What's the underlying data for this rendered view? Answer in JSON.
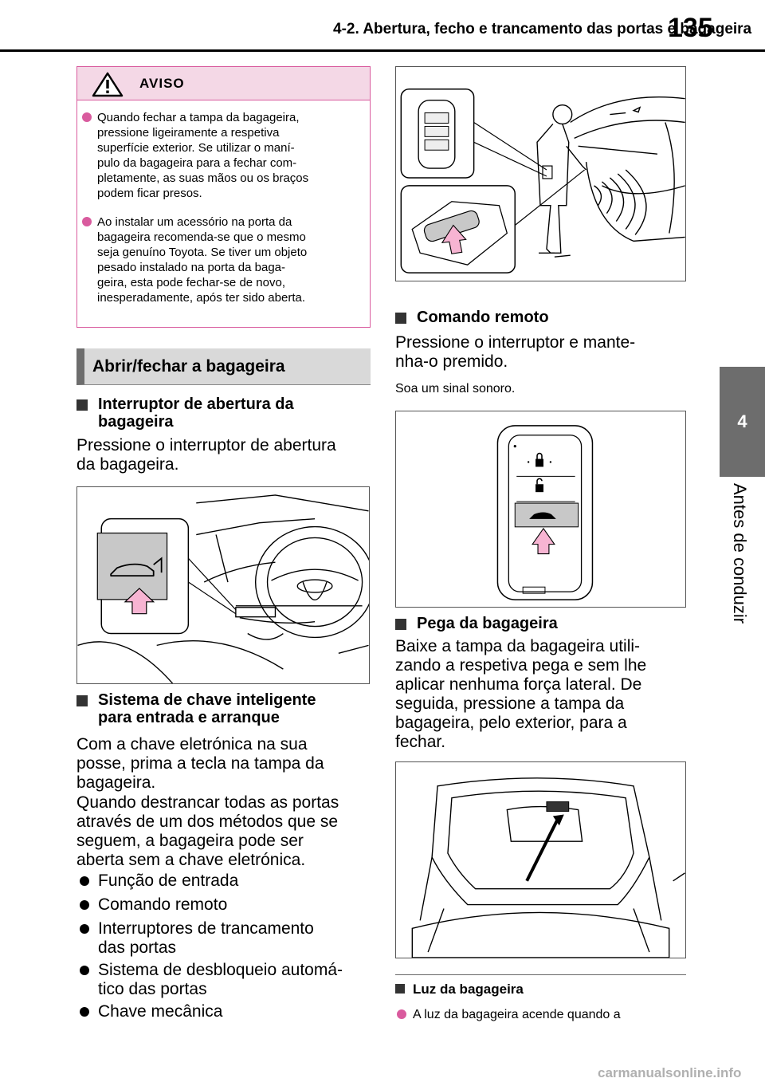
{
  "header": {
    "title": "4-2. Abertura, fecho e trancamento das portas e bagageira",
    "page_number": "135"
  },
  "side_tab": {
    "number": "4",
    "label": "Antes de conduzir"
  },
  "warning": {
    "title": "AVISO",
    "items": [
      [
        "Quando fechar a tampa da bagageira,",
        "pressione ligeiramente a respetiva",
        "superfície exterior. Se utilizar o maní-",
        "pulo da bagageira para a fechar com-",
        "pletamente, as suas mãos ou os braços",
        "podem ficar presos."
      ],
      [
        "Ao instalar um acessório na porta da",
        "bagageira recomenda-se que o mesmo",
        "seja genuíno Toyota. Se tiver um objeto",
        "pesado instalado na porta da baga-",
        "geira, esta pode fechar-se de novo,",
        "inesperadamente, após ter sido aberta."
      ]
    ]
  },
  "section": {
    "title": "Abrir/fechar a bagageira"
  },
  "left": {
    "h1": [
      "Interruptor de abertura da",
      "bagageira"
    ],
    "p1": [
      "Pressione o interruptor de abertura",
      "da bagageira."
    ],
    "h2": [
      "Sistema de chave inteligente",
      "para entrada e arranque"
    ],
    "p2": [
      "Com a chave eletrónica na sua",
      "posse, prima a tecla na tampa da",
      "bagageira."
    ],
    "p3": [
      "Quando destrancar todas as portas",
      "através de um dos métodos que se",
      "seguem, a bagageira pode ser",
      "aberta sem a chave eletrónica."
    ],
    "bullets": [
      [
        "Função de entrada"
      ],
      [
        "Comando remoto"
      ],
      [
        "Interruptores de trancamento",
        "das portas"
      ],
      [
        "Sistema de desbloqueio automá-",
        "tico das portas"
      ],
      [
        "Chave mecânica"
      ]
    ]
  },
  "right": {
    "h1": "Comando remoto",
    "p1": [
      "Pressione o interruptor e mante-",
      "nha-o premido."
    ],
    "note1": "Soa um sinal sonoro.",
    "h2": "Pega da bagageira",
    "p2": [
      "Baixe a tampa da bagageira utili-",
      "zando a respetiva pega e sem lhe",
      "aplicar nenhuma força lateral. De",
      "seguida, pressione a tampa da",
      "bagageira, pelo exterior, para a",
      "fechar."
    ],
    "h3": "Luz da bagageira",
    "p3": "A luz da bagageira acende quando a"
  },
  "watermark": "carmanualsonline.info",
  "colors": {
    "accent": "#d95b9e",
    "accent_light": "#f4d8e6",
    "tab_gray": "#6d6d6d",
    "arrow_pink": "#f7b4d2"
  }
}
